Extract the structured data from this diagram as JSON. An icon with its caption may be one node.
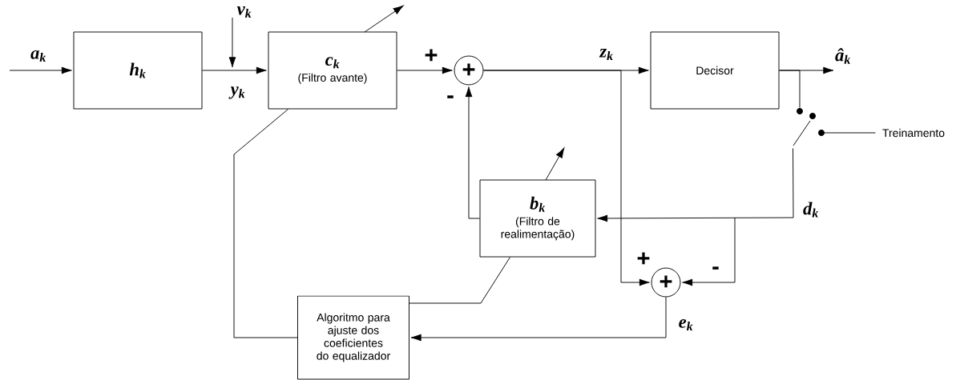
{
  "diagram": {
    "nodes": [
      {
        "text": [
          "h$_{k}$"
        ]
      },
      {
        "text": [
          "c$_{k}$",
          "(Filtro avante)"
        ]
      },
      {
        "text": [
          "+"
        ]
      },
      {
        "text": [
          "Decisor"
        ]
      },
      {
        "text": [
          "b$_{k}$",
          "(Filtro de realimentação)"
        ]
      },
      {
        "text": [
          "+"
        ]
      },
      {
        "text": [
          "Algoritmo para ajuste dos coeficientes do equalizador"
        ]
      },
      {
        "text": [
          "Treinamento"
        ]
      },
      {
        "text": [],
        "shape": "switch"
      }
    ],
    "edges": [
      {
        "from": null,
        "to": 0,
        "arrow": "to",
        "label": "a$_{k}$"
      },
      {
        "from": 0,
        "to": 1,
        "arrow": "to",
        "label": "y$_{k}$"
      },
      {
        "from": 1,
        "to": 2,
        "arrow": "to"
      },
      {
        "from": 2,
        "to": 3,
        "arrow": "to",
        "label": "z$_{k}$"
      },
      {
        "from": 3,
        "to": null,
        "arrow": "to",
        "label": "â$_{k}$"
      },
      {
        "from": 3,
        "to": 8,
        "arrow": "none"
      },
      {
        "from": 8,
        "to": 4,
        "arrow": "to",
        "label": "d$_{k}$"
      },
      {
        "from": 4,
        "to": 2,
        "arrow": "to"
      },
      {
        "from": 2,
        "to": 5,
        "arrow": "to"
      },
      {
        "from": null,
        "to": 5,
        "arrow": "to"
      },
      {
        "from": 5,
        "to": 6,
        "arrow": "to",
        "label": "e$_{k}$"
      },
      {
        "from": 6,
        "to": 1,
        "arrow": "none"
      },
      {
        "from": 6,
        "to": 4,
        "arrow": "none"
      },
      {
        "from": 8,
        "to": 7,
        "arrow": "none"
      }
    ],
    "labels": [
      "v$_{k}$",
      "+",
      "-",
      "+",
      "-"
    ]
  }
}
